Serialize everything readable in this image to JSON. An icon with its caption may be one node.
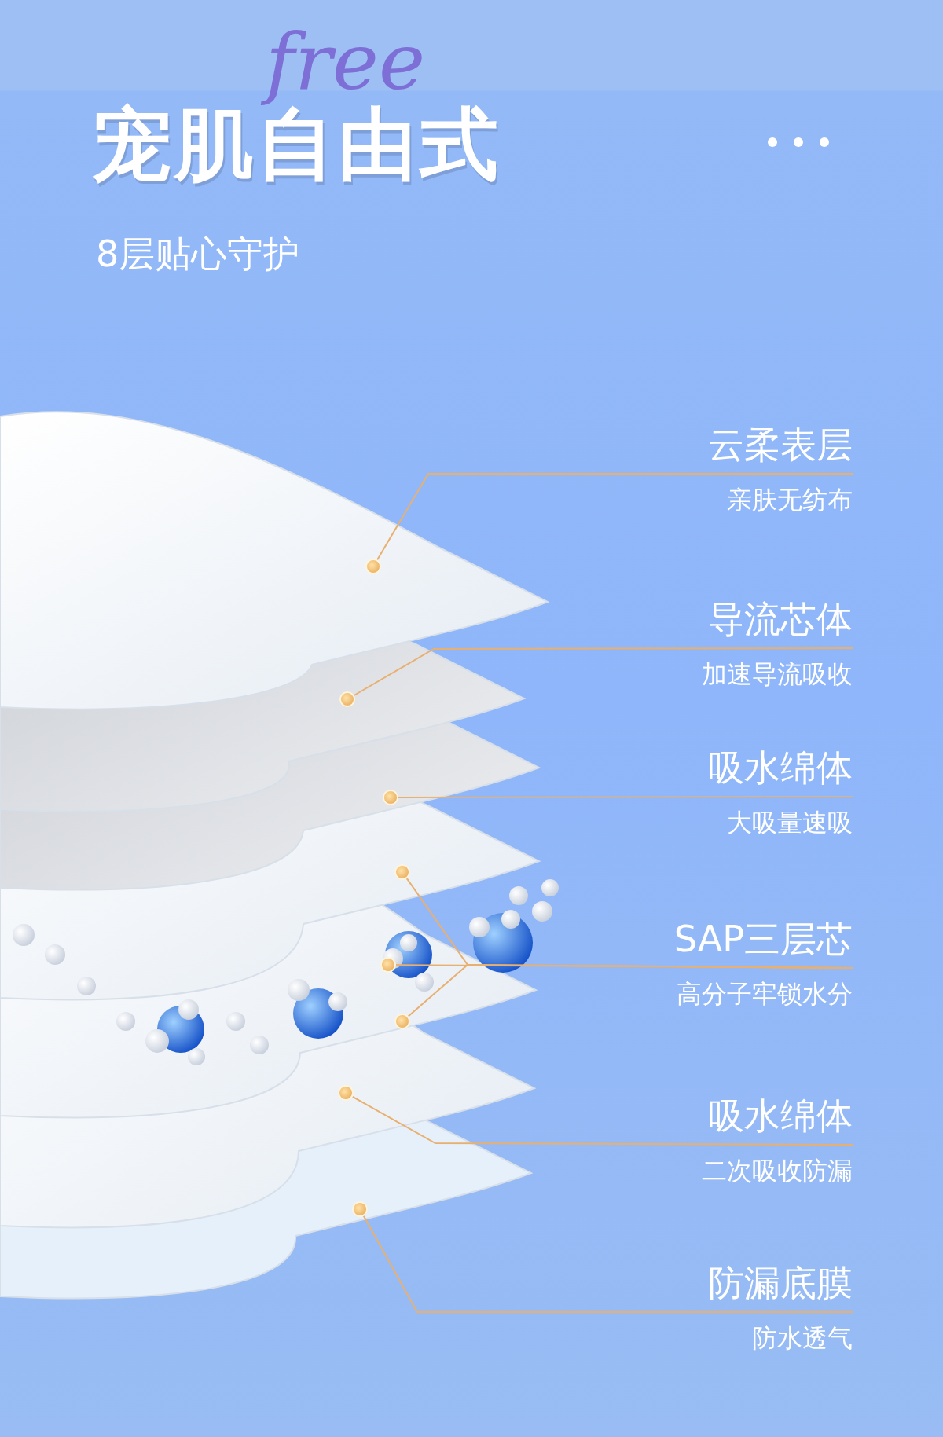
{
  "diagram": {
    "title": "宠肌自由式",
    "nodes": [
      {
        "text": [
          "云柔表层",
          "亲肤无纺布"
        ]
      },
      {
        "text": [
          "导流芯体",
          "加速导流吸收"
        ]
      },
      {
        "text": [
          "吸水绵体",
          "大吸量速吸"
        ]
      },
      {
        "text": [
          "SAP三层芯",
          "高分子牢锁水分"
        ]
      },
      {
        "text": [
          "吸水绵体",
          "二次吸收防漏"
        ]
      },
      {
        "text": [
          "防漏底膜",
          "防水透气"
        ]
      },
      {
        "text": [],
        "shape": "circle"
      },
      {
        "text": [],
        "shape": "circle"
      },
      {
        "text": [],
        "shape": "circle"
      },
      {
        "text": [],
        "shape": "circle"
      },
      {
        "text": [],
        "shape": "circle"
      },
      {
        "text": [],
        "shape": "circle"
      },
      {
        "text": [],
        "shape": "circle"
      },
      {
        "text": [],
        "shape": "circle"
      }
    ],
    "edges": [
      {
        "from": 6,
        "to": 0,
        "arrow": "none"
      },
      {
        "from": 7,
        "to": 1,
        "arrow": "none"
      },
      {
        "from": 8,
        "to": 2,
        "arrow": "none"
      },
      {
        "from": 9,
        "to": 3,
        "arrow": "none"
      },
      {
        "from": 10,
        "to": 3,
        "arrow": "none"
      },
      {
        "from": 11,
        "to": 3,
        "arrow": "none"
      },
      {
        "from": 12,
        "to": 4,
        "arrow": "none"
      },
      {
        "from": 13,
        "to": 5,
        "arrow": "none"
      }
    ],
    "labels": [
      "free",
      "8层贴心守护"
    ]
  }
}
